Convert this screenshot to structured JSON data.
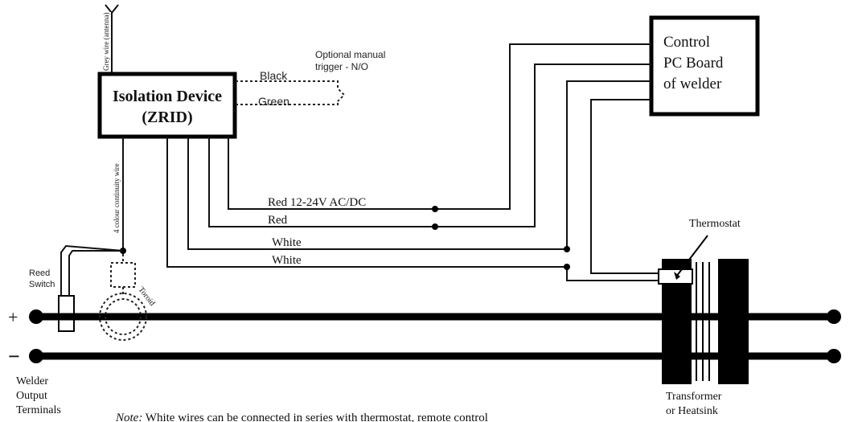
{
  "isolation_device": {
    "line1": "Isolation Device",
    "line2": "(ZRID)"
  },
  "control_board": {
    "line1": "Control",
    "line2": "PC Board",
    "line3": "of welder"
  },
  "antenna_label": "Grey wire (antenna)",
  "continuity_label": "4 colour continuity wire",
  "manual_trigger": {
    "line1": "Optional manual",
    "line2": "trigger - N/O"
  },
  "wires": {
    "black": "Black",
    "green": "Green",
    "red_power": "Red 12-24V AC/DC",
    "red": "Red",
    "white1": "White",
    "white2": "White"
  },
  "thermostat": "Thermostat",
  "reed_switch": {
    "line1": "Reed",
    "line2": "Switch"
  },
  "toroid": "Toroid",
  "plus": "+",
  "minus": "−",
  "terminals": {
    "line1": "Welder",
    "line2": "Output",
    "line3": "Terminals"
  },
  "transformer": {
    "line1": "Transformer",
    "line2": "or Heatsink"
  },
  "note": {
    "italic": "Note:",
    "text": " White wires can be connected in series with thermostat, remote control"
  }
}
